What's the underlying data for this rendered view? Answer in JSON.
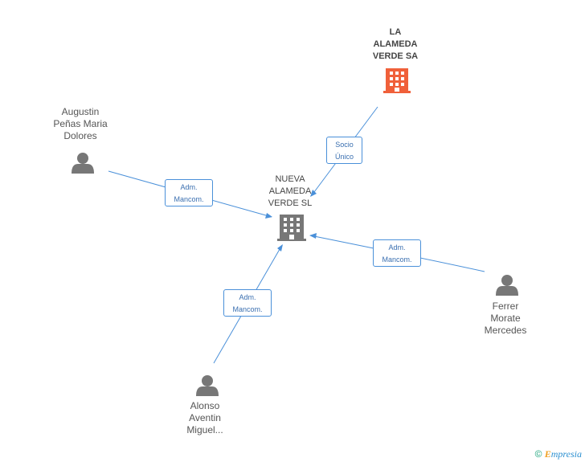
{
  "nodes": {
    "main": {
      "label": "NUEVA ALAMEDA VERDE SL",
      "lines": [
        "NUEVA",
        "ALAMEDA",
        "VERDE SL"
      ]
    },
    "la_alameda": {
      "lines": [
        "LA",
        "ALAMEDA",
        "VERDE SA"
      ]
    },
    "augustin": {
      "lines": [
        "Augustin",
        "Peñas Maria",
        "Dolores"
      ]
    },
    "ferrer": {
      "lines": [
        "Ferrer",
        "Morate",
        "Mercedes"
      ]
    },
    "alonso": {
      "lines": [
        "Alonso",
        "Aventin",
        "Miguel..."
      ]
    }
  },
  "edges": {
    "socio": {
      "lines": [
        "Socio",
        "Único"
      ]
    },
    "augustin": {
      "lines": [
        "Adm.",
        "Mancom."
      ]
    },
    "ferrer": {
      "lines": [
        "Adm.",
        "Mancom."
      ]
    },
    "alonso": {
      "lines": [
        "Adm.",
        "Mancom."
      ]
    }
  },
  "colors": {
    "edge": "#4a90d9",
    "company_main": "#777777",
    "company_parent": "#f0603a",
    "person": "#777777"
  },
  "footer": {
    "copyright": "©",
    "brand": "mpresia",
    "brand_initial": "E"
  }
}
